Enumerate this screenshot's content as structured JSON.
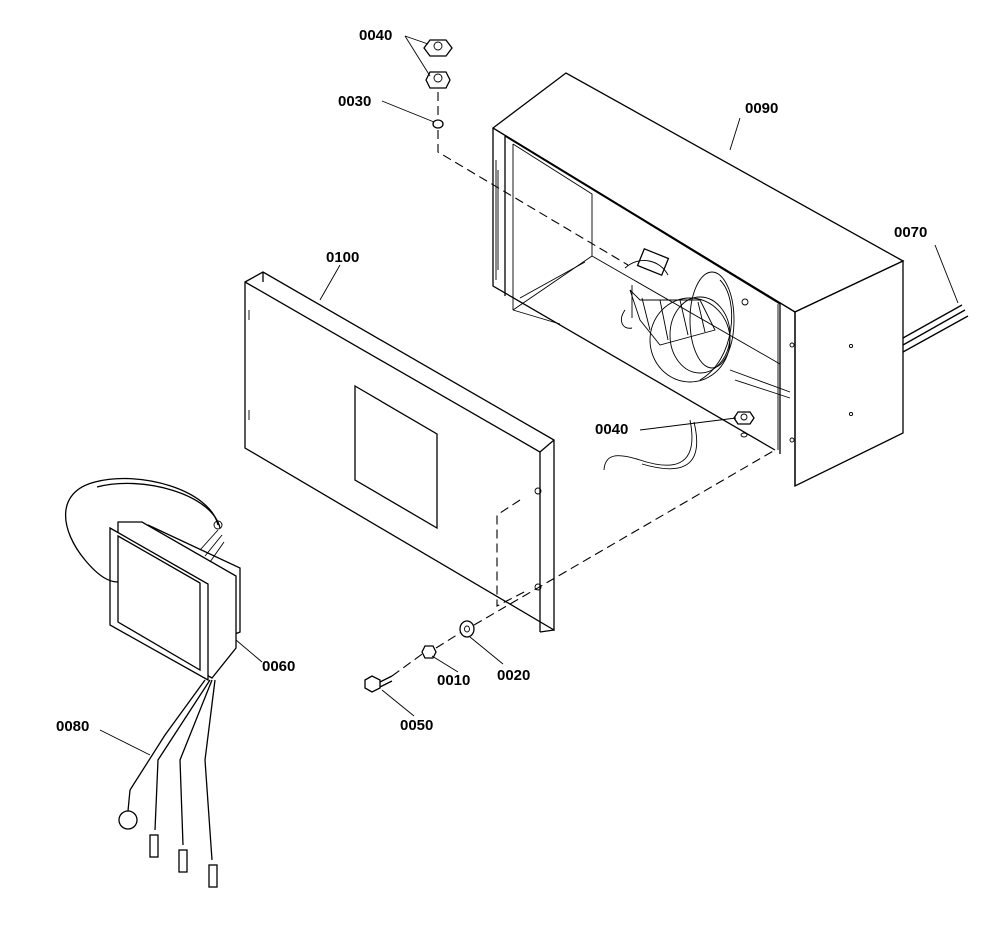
{
  "callouts": {
    "c0040_top": "0040",
    "c0030": "0030",
    "c0090": "0090",
    "c0070": "0070",
    "c0100": "0100",
    "c0040_mid": "0040",
    "c0060": "0060",
    "c0010": "0010",
    "c0020": "0020",
    "c0050": "0050",
    "c0080": "0080"
  }
}
